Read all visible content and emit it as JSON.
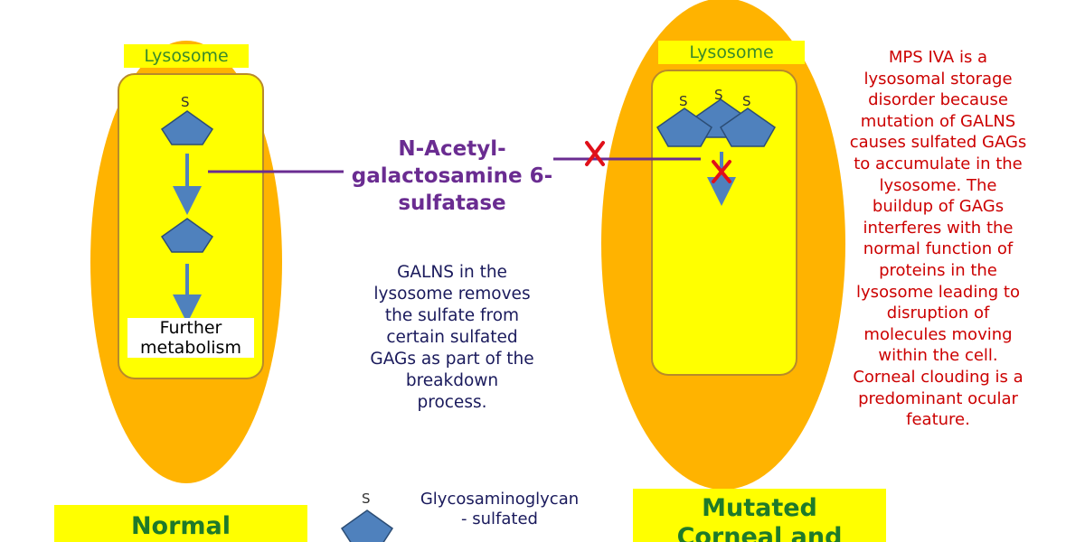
{
  "colors": {
    "cell_fill": "#ffb300",
    "lysosome_fill": "#ffff00",
    "lysosome_border": "#b88a2a",
    "pentagon_fill": "#4f81bd",
    "pentagon_stroke": "#2c4d75",
    "arrow": "#4f81bd",
    "enzyme_line": "#6a2c91",
    "block_x": "#e0101a"
  },
  "normal": {
    "lysosome_label": "Lysosome",
    "sulfate_label": "S",
    "further_lines": [
      "Further",
      "metabolism"
    ],
    "caption": "Normal"
  },
  "enzyme": {
    "lines": [
      "N-Acetyl-",
      "galactosamine 6-",
      "sulfatase"
    ]
  },
  "galns_description": {
    "lines": [
      "GALNS in the",
      "lysosome removes",
      "the sulfate from",
      "certain sulfated",
      "GAGs as part of the",
      "breakdown",
      "process."
    ]
  },
  "mutated": {
    "lysosome_label": "Lysosome",
    "sulfate_labels": [
      "S",
      "S",
      "S"
    ],
    "caption_lines": [
      "Mutated",
      "Corneal and"
    ]
  },
  "mps_description": {
    "lines": [
      "MPS IVA is a",
      "lysosomal storage",
      "disorder because",
      "mutation of GALNS",
      "causes sulfated GAGs",
      "to accumulate in the",
      "lysosome. The",
      "buildup of GAGs",
      "interferes with the",
      "normal function of",
      "proteins in the",
      "lysosome leading to",
      "disruption of",
      "molecules moving",
      "within the cell.",
      "Corneal clouding is a",
      "predominant ocular",
      "feature."
    ]
  },
  "legend": {
    "sulfate_label": "S",
    "lines": [
      "Glycosaminoglycan",
      "- sulfated"
    ]
  }
}
